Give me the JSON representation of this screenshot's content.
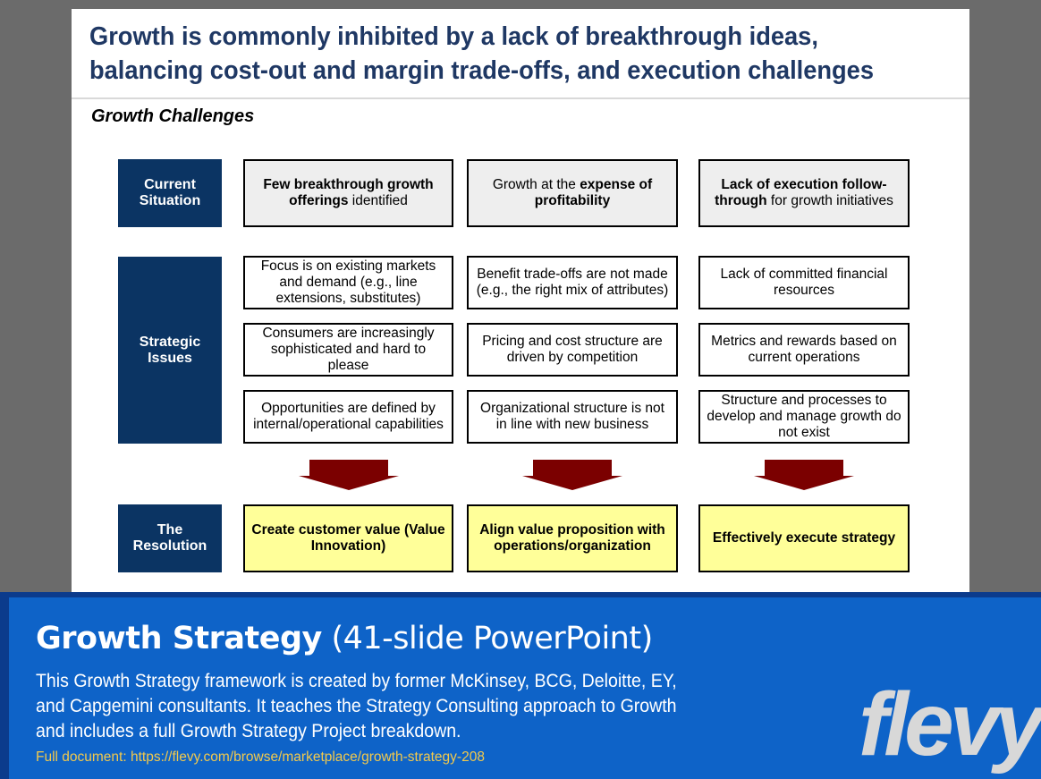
{
  "slide": {
    "title": "Growth is commonly inhibited by a lack of breakthrough ideas, balancing cost-out and margin trade-offs, and execution challenges",
    "section_title": "Growth Challenges",
    "row_labels": {
      "current_situation": [
        "Current",
        "Situation"
      ],
      "strategic_issues": [
        "Strategic",
        "Issues"
      ],
      "resolution": [
        "The",
        "Resolution"
      ]
    },
    "current_situation": [
      [
        {
          "t": "Few breakthrough growth offerings",
          "b": true
        },
        {
          "t": " identified",
          "b": false
        }
      ],
      [
        {
          "t": "Growth at the ",
          "b": false
        },
        {
          "t": "expense of profitability",
          "b": true
        }
      ],
      [
        {
          "t": "Lack of execution follow-through",
          "b": true
        },
        {
          "t": " for growth initiatives",
          "b": false
        }
      ]
    ],
    "strategic_issues": [
      [
        "Focus is on existing markets and demand (e.g., line extensions, substitutes)",
        "Benefit trade-offs are not made (e.g., the right mix of attributes)",
        "Lack of committed financial resources"
      ],
      [
        "Consumers are increasingly sophisticated and hard to please",
        "Pricing and cost structure are driven by competition",
        "Metrics and rewards based on current operations"
      ],
      [
        "Opportunities are defined by internal/operational capabilities",
        "Organizational structure is not in line with new business",
        "Structure and processes to develop and manage growth do not exist"
      ]
    ],
    "resolution": [
      "Create customer value (Value Innovation)",
      "Align value proposition with operations/organization",
      "Effectively execute strategy"
    ],
    "colors": {
      "navy": "#0b3463",
      "arrow": "#7b0000",
      "resolution_fill": "#ffff99"
    }
  },
  "footer": {
    "heading_bold": "Growth Strategy",
    "heading_rest": " (41-slide PowerPoint)",
    "description": "This Growth Strategy framework is created by former McKinsey, BCG, Deloitte, EY, and Capgemini consultants. It teaches the Strategy Consulting approach to Growth and includes a full Growth Strategy Project breakdown.",
    "link": "Full document: https://flevy.com/browse/marketplace/growth-strategy-208",
    "logo": "flevy"
  }
}
